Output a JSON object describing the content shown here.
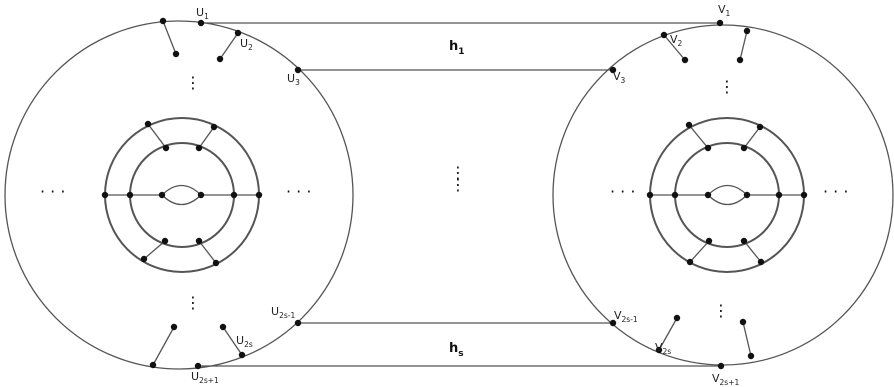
{
  "labels": {
    "u1": {
      "base": "U",
      "sub": "1"
    },
    "u2": {
      "base": "U",
      "sub": "2"
    },
    "u3": {
      "base": "U",
      "sub": "3"
    },
    "u2s_1": {
      "base": "U",
      "sub": "2s-1"
    },
    "u2s": {
      "base": "U",
      "sub": "2s"
    },
    "u2s1": {
      "base": "U",
      "sub": "2s+1"
    },
    "v1": {
      "base": "V",
      "sub": "1"
    },
    "v2": {
      "base": "V",
      "sub": "2"
    },
    "v3": {
      "base": "V",
      "sub": "3"
    },
    "v2s_1": {
      "base": "V",
      "sub": "2s-1"
    },
    "v2s": {
      "base": "V",
      "sub": "2s"
    },
    "v2s1": {
      "base": "V",
      "sub": "2s+1"
    },
    "h1": {
      "base": "h",
      "sub": "1"
    },
    "hs": {
      "base": "h",
      "sub": "s"
    }
  },
  "ellipsis": {
    "horizontal": "· · ·",
    "vertical": "⋮"
  }
}
